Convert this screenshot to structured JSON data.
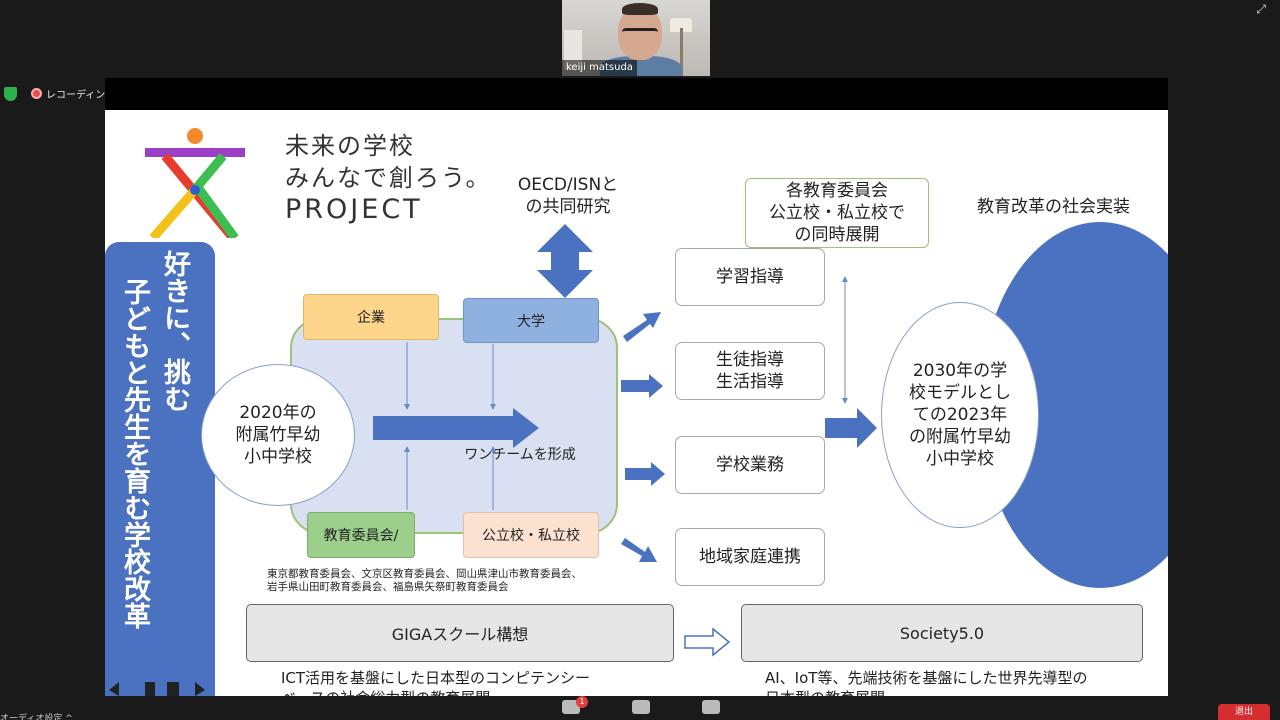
{
  "participant": {
    "name": "keiji matsuda"
  },
  "status": {
    "recording": "レコーディング中"
  },
  "slide": {
    "logo_lines": [
      "未来の学校",
      "みんなで創ろう。",
      "PROJECT"
    ],
    "banner_col1": "好きに、挑む",
    "banner_col2": "子どもと先生を育む学校改革",
    "oecd": [
      "OECD/ISNと",
      "の共同研究"
    ],
    "board_box": [
      "各教育委員会",
      "公立校・私立校で",
      "の同時展開"
    ],
    "social_impl": "教育改革の社会実装",
    "tag_kigyo": "企業",
    "tag_daigaku": "大学",
    "tag_kyoiku": "教育委員会/",
    "tag_koritsu": "公立校・私立校",
    "one_team": "ワンチームを形成",
    "school_2020": [
      "2020年の",
      "附属竹早幼",
      "小中学校"
    ],
    "school_2030": [
      "2030年の学",
      "校モデルとし",
      "ての2023年",
      "の附属竹早幼",
      "小中学校"
    ],
    "items": [
      {
        "lines": [
          "学習指導"
        ]
      },
      {
        "lines": [
          "生徒指導",
          "生活指導"
        ]
      },
      {
        "lines": [
          "学校業務"
        ]
      },
      {
        "lines": [
          "地域家庭連携"
        ]
      }
    ],
    "boards_note": [
      "東京都教育委員会、文京区教育委員会、岡山県津山市教育委員会、",
      "岩手県山田町教育委員会、福島県矢祭町教育委員会"
    ],
    "giga": "GIGAスクール構想",
    "society": "Society5.0",
    "giga_desc": [
      "ICT活用を基盤にした日本型のコンピテンシー",
      "ベースの社会総力型の教育展開"
    ],
    "society_desc": [
      "AI、IoT等、先端技術を基盤にした世界先導型の",
      "日本型の教育展開"
    ]
  },
  "toolbar": {
    "audio_settings": "オーディオ設定 ^",
    "chat_badge": "1",
    "leave": "退出"
  },
  "colors": {
    "accent_blue": "#4a72c0",
    "logo_purple": "#9b3fc6",
    "logo_red": "#e83c2c",
    "logo_yellow": "#f2c21b",
    "logo_green": "#3dbd52",
    "logo_orange": "#f28a2a"
  },
  "icons": [
    "shield-icon",
    "record-icon",
    "expand-icon",
    "chat-icon",
    "raise-hand-icon",
    "reactions-icon"
  ]
}
